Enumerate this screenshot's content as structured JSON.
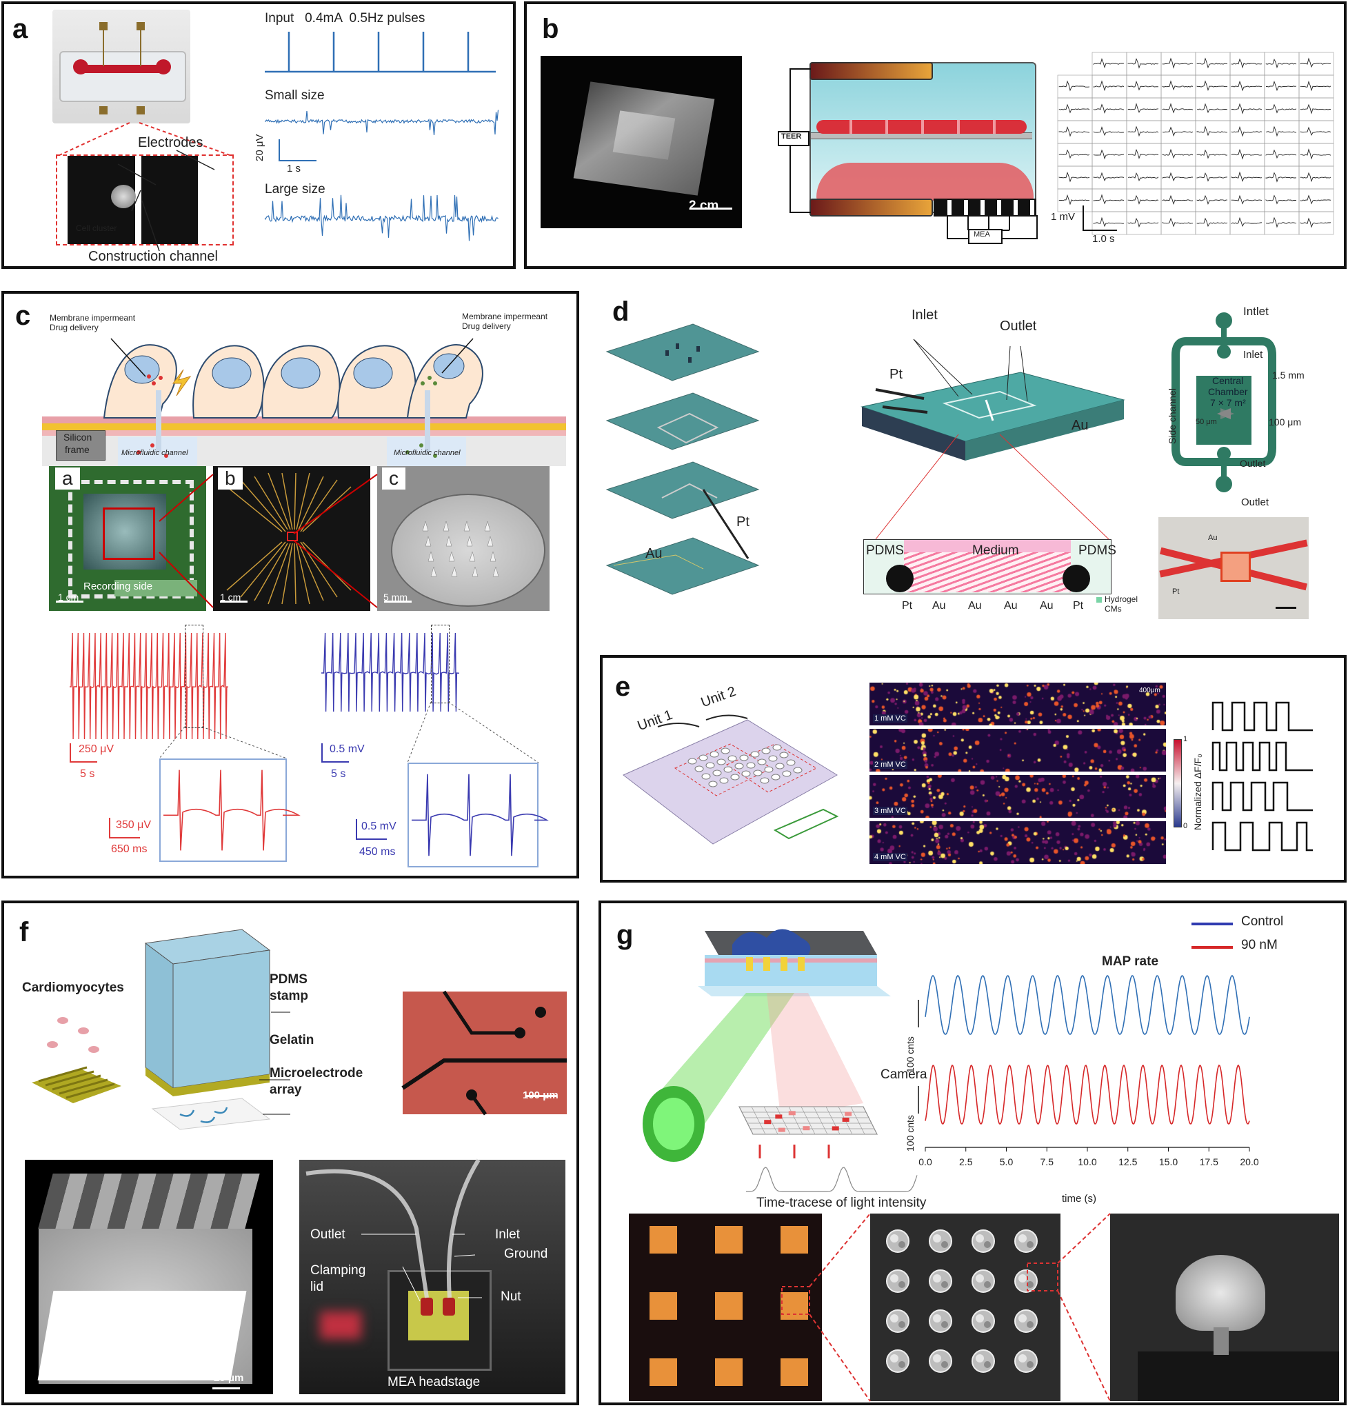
{
  "panel_a": {
    "label": "a",
    "input_label": "Input   0.4mA  0.5Hz pulses",
    "small_size": "Small size",
    "large_size": "Large size",
    "electrodes": "Electrodes",
    "cell_cluster": "Cell cluster",
    "construction_channel": "Construction channel",
    "scale_uv": "20 μV",
    "scale_s": "1 s"
  },
  "panel_b": {
    "label": "b",
    "scale_cm": "2 cm",
    "teer": "TEER",
    "mea": "MEA",
    "scale_mv": "1 mV",
    "scale_time": "1.0 s"
  },
  "panel_c": {
    "label": "c",
    "membrane_left": "Membrane impermeant",
    "drug_left": "Drug delivery",
    "membrane_right": "Membrane impermeant",
    "drug_right": "Drug delivery",
    "silicon": "Silicon",
    "frame": "frame",
    "channel_left": "Microfluidic channel",
    "channel_right": "Microfluidic channel",
    "sub_a": "a",
    "sub_b": "b",
    "sub_c": "c",
    "recording_side": "Recording side",
    "scale_a": "1 cm",
    "scale_b": "1 cm",
    "scale_c": "5 mm",
    "red_amp": "250 μV",
    "red_time": "5 s",
    "blue_amp": "0.5 mV",
    "blue_time": "5 s",
    "red_zoom_amp": "350 μV",
    "red_zoom_time": "650 ms",
    "blue_zoom_amp": "0.5 mV",
    "blue_zoom_time": "450 ms"
  },
  "panel_d": {
    "label": "d",
    "au_left": "Au",
    "pt_left": "Pt",
    "inlet": "Inlet",
    "outlet": "Outlet",
    "pt_mid": "Pt",
    "au_mid": "Au",
    "pdms_left": "PDMS",
    "medium": "Medium",
    "pdms_right": "PDMS",
    "bottom_labels": [
      "Pt",
      "Au",
      "Au",
      "Au",
      "Au",
      "Pt"
    ],
    "hydrogel": "Hydrogel",
    "cms": "CMs",
    "intlet_top": "Intlet",
    "inlet_inner": "Inlet",
    "central": "Central",
    "chamber": "Chamber",
    "size": "7 × 7 m²",
    "mm15": "1.5 mm",
    "um50": "50 μm",
    "um100": "100 μm",
    "side_channel": "Side channel",
    "outlet_inner": "Outlet",
    "outlet_bottom": "Outlet",
    "photo_au": "Au",
    "photo_pt": "Pt"
  },
  "panel_e": {
    "label": "e",
    "unit1": "Unit 1",
    "unit2": "Unit 2",
    "rows": [
      "1 mM VC",
      "2 mM VC",
      "3 mM VC",
      "4 mM VC"
    ],
    "scale": "400μm",
    "colorbar_label": "Normalized ΔF/F₀",
    "cb_max": "1",
    "cb_min": "0"
  },
  "panel_f": {
    "label": "f",
    "cardiomyocytes": "Cardiomyocytes",
    "pdms": "PDMS",
    "stamp": "stamp",
    "gelatin": "Gelatin",
    "microelectrode": "Microelectrode",
    "array": "array",
    "scale_100": "100 μm",
    "scale_20": "20 μm",
    "outlet": "Outlet",
    "inlet": "Inlet",
    "ground": "Ground",
    "clamping": "Clamping",
    "lid": "lid",
    "nut": "Nut",
    "headstage": "MEA headstage"
  },
  "panel_g": {
    "label": "g",
    "camera": "Camera",
    "time_traces": "Time-tracese of light intensity",
    "legend_control": "Control",
    "legend_90nm": "90 nM",
    "map_rate": "MAP rate",
    "ylabel": "100 cnts",
    "xlabel": "time (s)",
    "xticks": [
      "0.0",
      "2.5",
      "5.0",
      "7.5",
      "10.0",
      "12.5",
      "15.0",
      "17.5",
      "20.0"
    ],
    "colors": {
      "control": "#2f6fb5",
      "drug": "#d62728"
    }
  }
}
